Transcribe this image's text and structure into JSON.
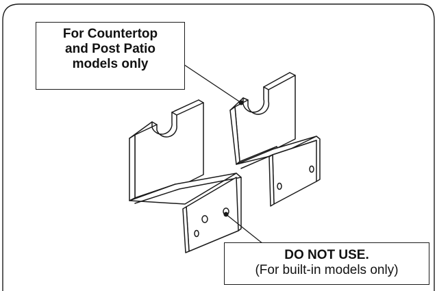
{
  "callout_top": {
    "line1": "For Countertop",
    "line2": "and Post Patio",
    "line3": "models only"
  },
  "callout_bottom": {
    "warning": "DO NOT USE.",
    "note": "(For built-in models only)"
  },
  "colors": {
    "line": "#1a1a1a",
    "background": "#ffffff"
  }
}
